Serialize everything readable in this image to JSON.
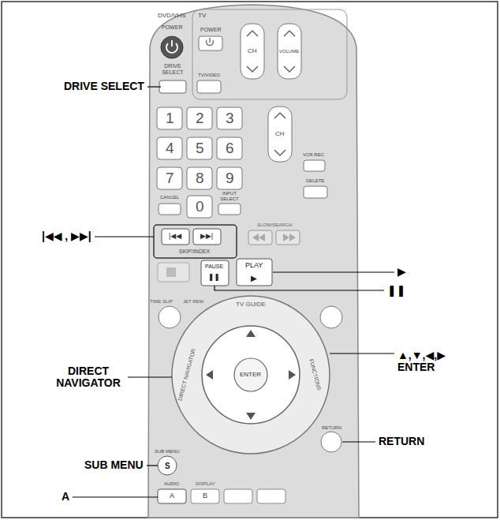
{
  "diagram": {
    "labels": [
      "DRIVE SELECT",
      "|◀◀ , ▶▶|",
      "▶",
      "❚❚",
      "DIRECT NAVIGATOR",
      "▲,▼,◀,▶ ENTER",
      "SUB MENU",
      "RETURN",
      "A",
      "DVD/VHS",
      "POWER",
      "TV",
      "POWER",
      "DRIVE SELECT",
      "TV/VIDEO",
      "CH",
      "VOLUME",
      "1",
      "2",
      "3",
      "4",
      "5",
      "6",
      "7",
      "8",
      "9",
      "CANCEL",
      "0",
      "INPUT SELECT",
      "CH",
      "VCR REC",
      "DELETE",
      "SKIP/INDEX",
      "|◀◀",
      "▶▶|",
      "SLOW/SEARCH",
      "PAUSE",
      "❚❚",
      "PLAY",
      "▶",
      "TIME SLIP",
      "JET REW",
      "TV GUIDE",
      "DIRECT NAVIGATOR",
      "FUNCTIONS",
      "ENTER",
      "SUB MENU",
      "S",
      "RETURN",
      "AUDIO",
      "A",
      "DISPLAY",
      "B"
    ]
  }
}
